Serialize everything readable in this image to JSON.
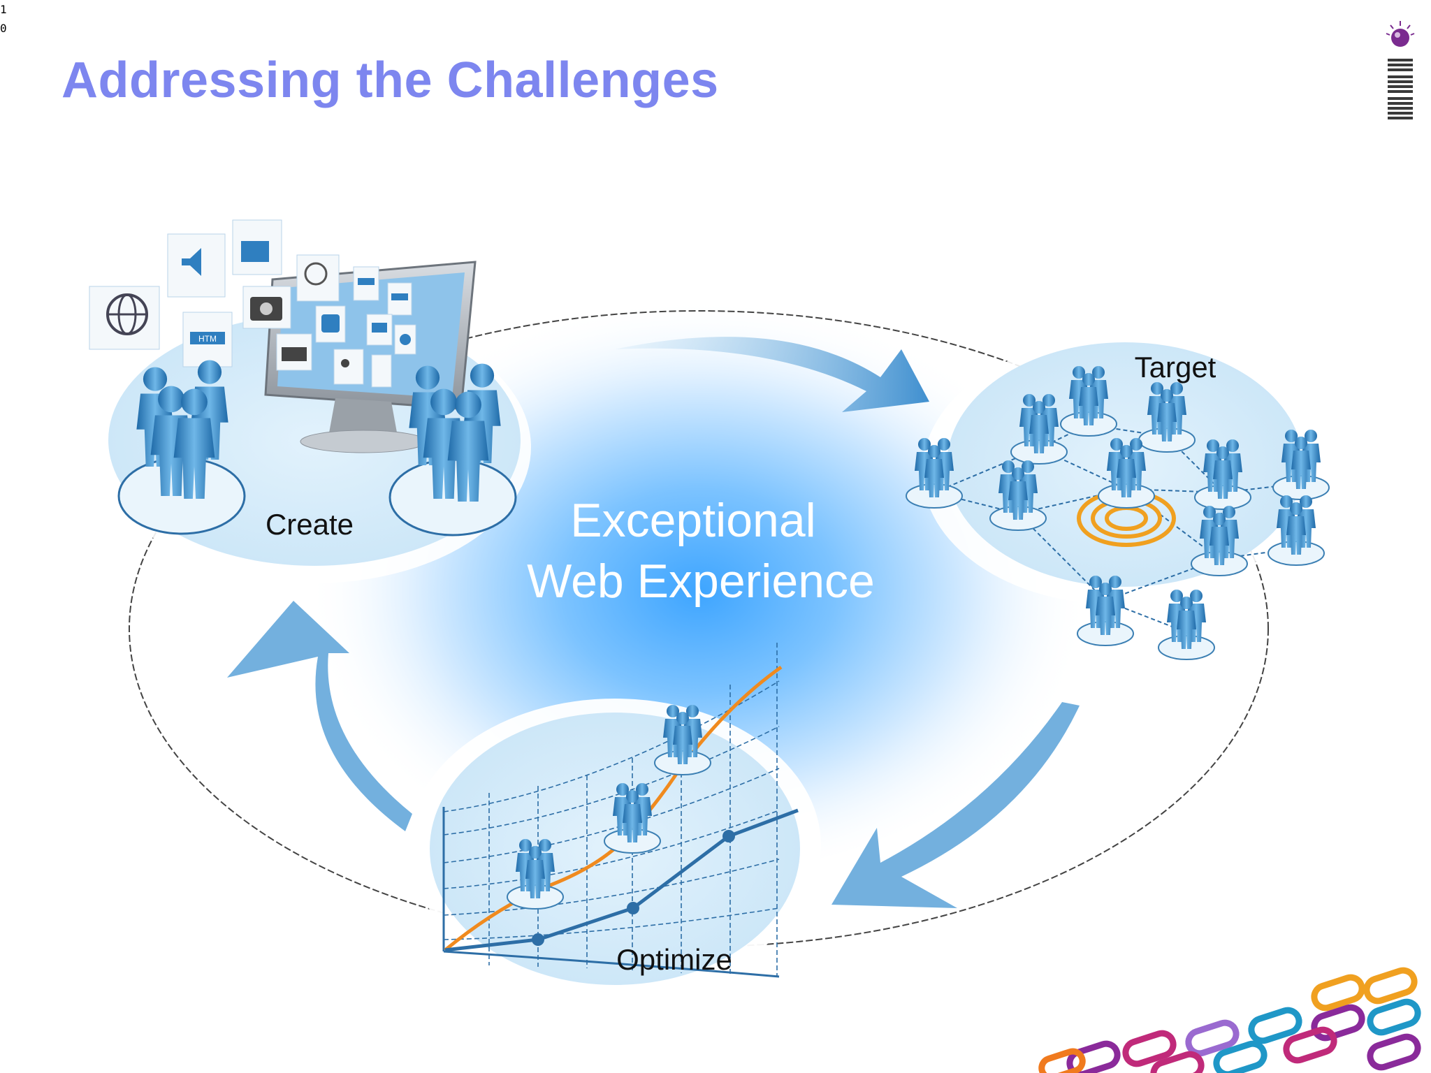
{
  "slide": {
    "number": "10",
    "title": "Addressing the Challenges"
  },
  "center": {
    "line1": "Exceptional",
    "line2": "Web Experience"
  },
  "stages": {
    "create": "Create",
    "target": "Target",
    "optimize": "Optimize"
  },
  "content_icons": [
    "globe-icon",
    "speaker-icon",
    "clapperboard-icon",
    "camera-icon",
    "chat-bubble-icon",
    "rss-icon",
    "pdf-file-icon",
    "html-file-icon",
    "jpg-file-icon",
    "video-icon",
    "document-icon",
    "web-page-icon"
  ],
  "logo": {
    "brand": "IBM"
  },
  "colors": {
    "title": "#7d86ef",
    "accent_blue": "#3f8fcf",
    "figure_blue": "#2f7fc0",
    "line_orange": "#f08a1e",
    "line_navy": "#2d6ea6",
    "target_ring": "#f0a020"
  }
}
